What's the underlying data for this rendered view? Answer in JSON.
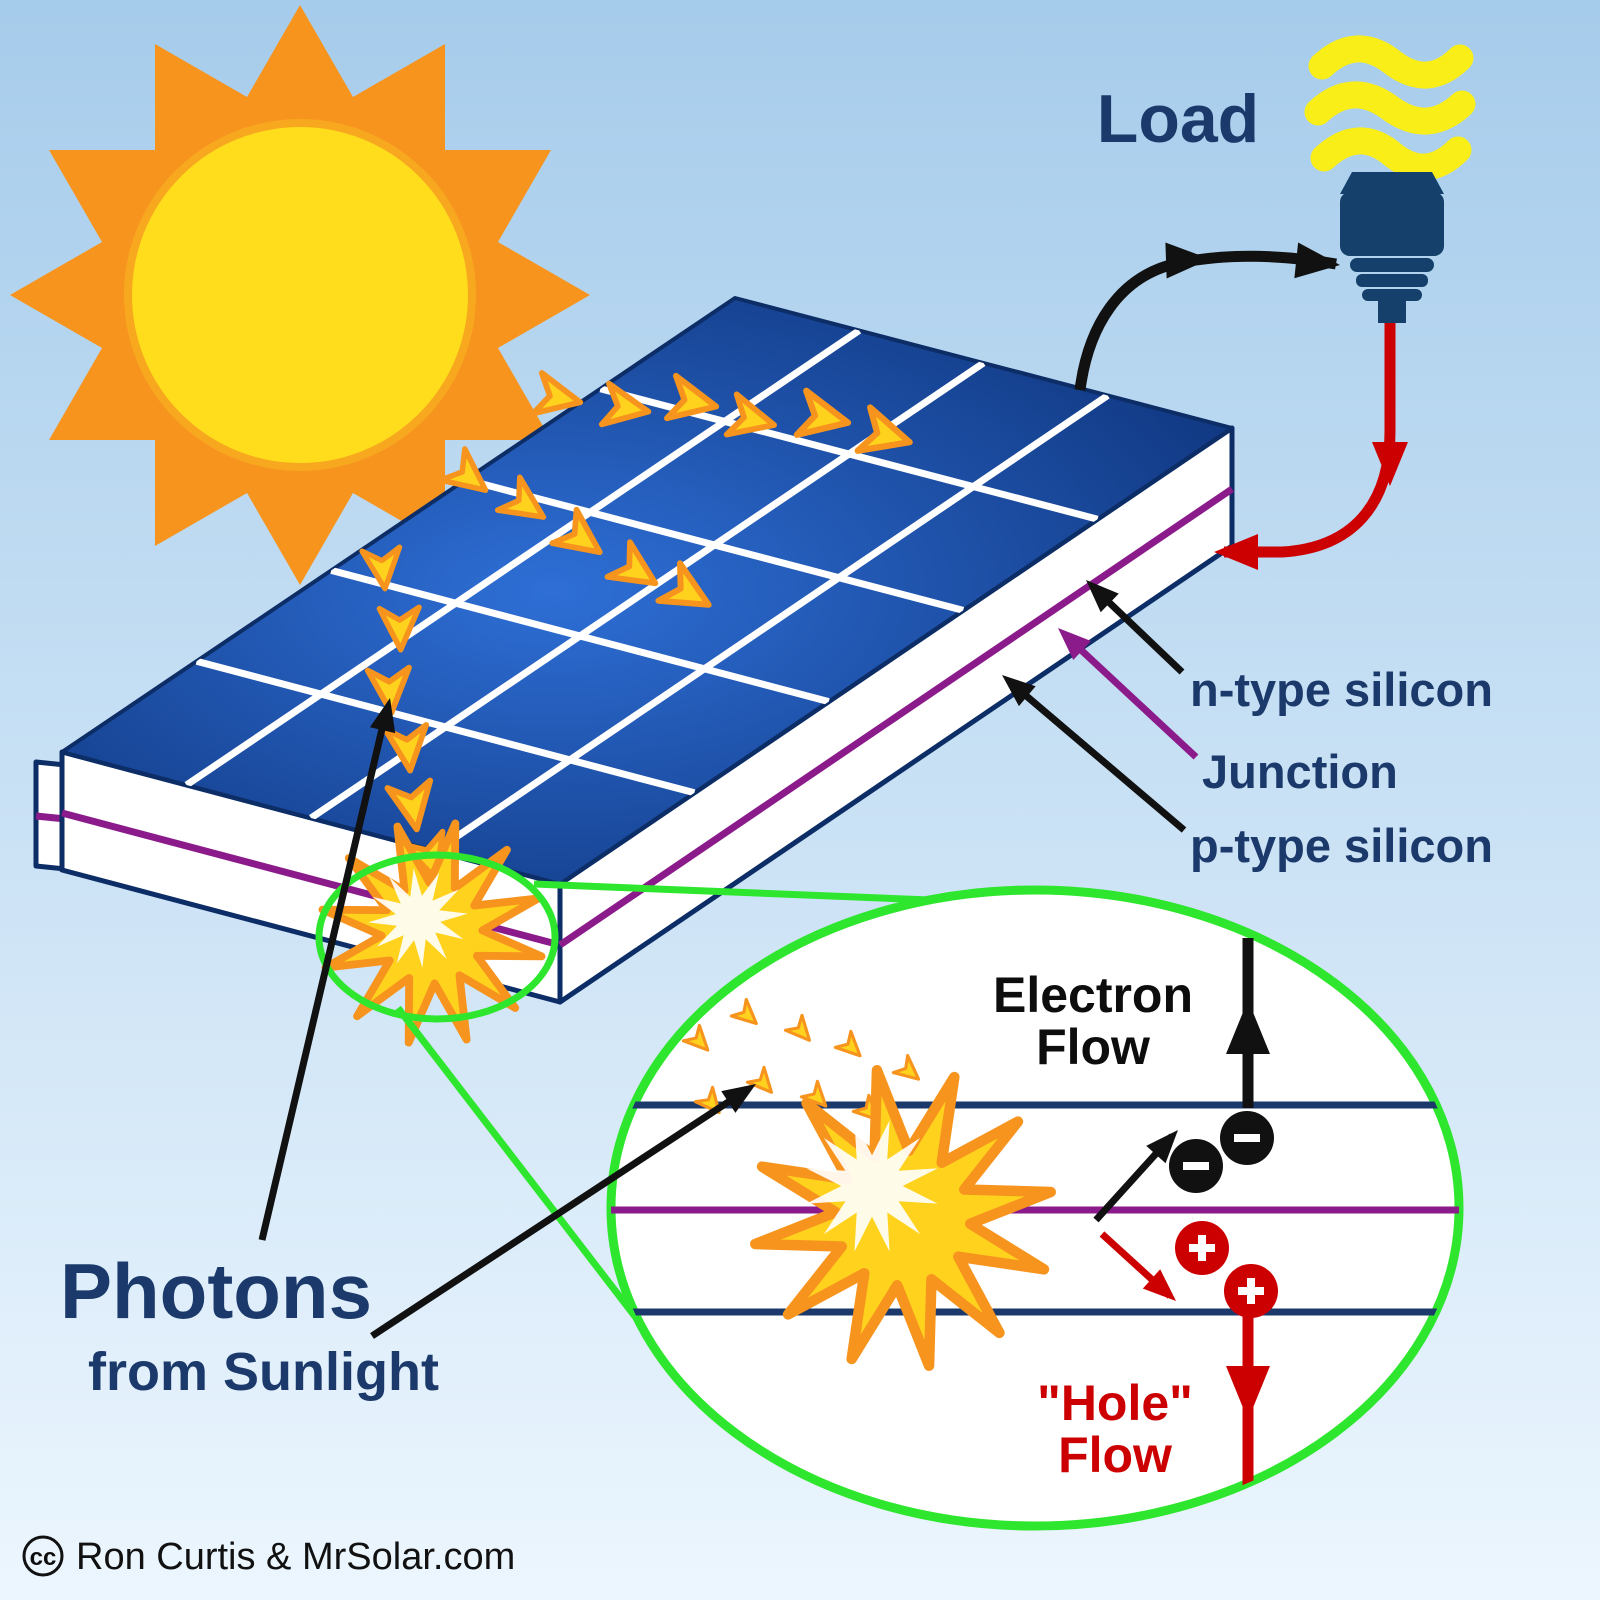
{
  "labels": {
    "load": "Load",
    "n_type_silicon": "n-type silicon",
    "junction": "Junction",
    "p_type_silicon": "p-type silicon",
    "electron_flow": [
      "Electron",
      "Flow"
    ],
    "hole_flow": [
      "\"Hole\"",
      "Flow"
    ],
    "photons": {
      "title": "Photons",
      "subtitle": "from Sunlight"
    }
  },
  "credit": {
    "cc_symbol": "cc",
    "text": "Ron Curtis & MrSolar.com"
  },
  "icons": {
    "sun": "sun-icon",
    "cfl_bulb": "cfl-bulb-icon",
    "photon_arrow": "photon-arrow-icon",
    "starburst": "starburst-icon",
    "electron": "electron-minus-icon",
    "hole": "hole-plus-icon",
    "cc": "cc-license-icon"
  },
  "colors": {
    "sky_top": "#a6cceb",
    "sky_bottom": "#ecf6fe",
    "sun_ray_orange": "#f7941e",
    "sun_core_yellow": "#ffdd1c",
    "panel_blue_dark": "#0a2b6e",
    "panel_blue_light": "#2e6fd6",
    "grid_white": "#ffffff",
    "silicon_white": "#ffffff",
    "junction_purple": "#8b1a8b",
    "navy_text": "#1b3a6b",
    "photon_yellow": "#ffd21e",
    "photon_orange": "#f7941e",
    "electron_black": "#111111",
    "hole_red": "#cc0000",
    "zoom_green": "#2ee62e"
  }
}
